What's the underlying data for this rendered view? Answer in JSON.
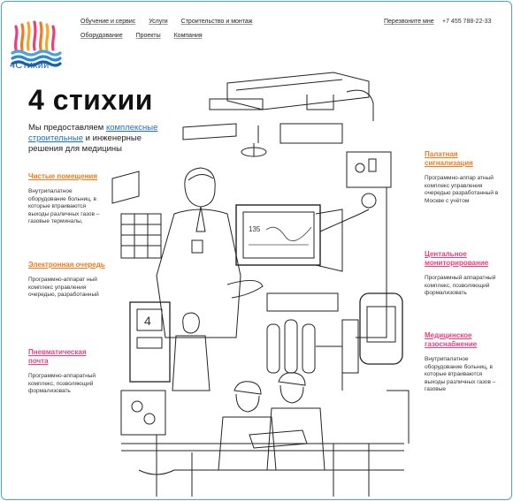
{
  "logo": {
    "text": "4Cтихии"
  },
  "nav": {
    "row1": [
      "Обучение и сервис",
      "Услуги",
      "Строительство и монтаж"
    ],
    "row2": [
      "Оборудование",
      "Проекты",
      "Компания"
    ]
  },
  "header": {
    "callback": "Перезвоните мне",
    "phone": "+7 455 788-22-33"
  },
  "hero": {
    "title": "4 стихии",
    "lead_pre": "Мы предоставляем ",
    "lead_link1": "комплексные строительные",
    "lead_mid": " и инженерные решения для медицины"
  },
  "left_blocks": [
    {
      "title": "Чистые помещения",
      "text": "Внутрипалатное оборудование больниц, в которые втраиваются выходы различных газов – газовые терминалы,"
    },
    {
      "title": "Электронная очередь",
      "text": "Программно-аппарат ный комплекс управления очередью, разработанный"
    },
    {
      "title": "Пневматическая почта",
      "text": "Программно-аппаратный комплекс, позволяющий формализовать"
    }
  ],
  "right_blocks": [
    {
      "title": "Палатная сигнализация",
      "text": "Программно-аппар атный комплекс управления очередью разработанный в Москве с учётом"
    },
    {
      "title": "Центальное мониторирование",
      "text": "Программный аппаратный комплекс, позволяющий формализовать"
    },
    {
      "title": "Медицинское газоснабжение",
      "text": "Внутрипалатное оборудование больниц, в которые втраиваются выходы различных газов – газовые"
    }
  ],
  "monitor_readout": "135",
  "colors": {
    "orange": "#f07a1e",
    "pink": "#e8407f",
    "link": "#1c6fc0",
    "logo_blue": "#1c5fa8",
    "frame": "#4aa3df"
  }
}
